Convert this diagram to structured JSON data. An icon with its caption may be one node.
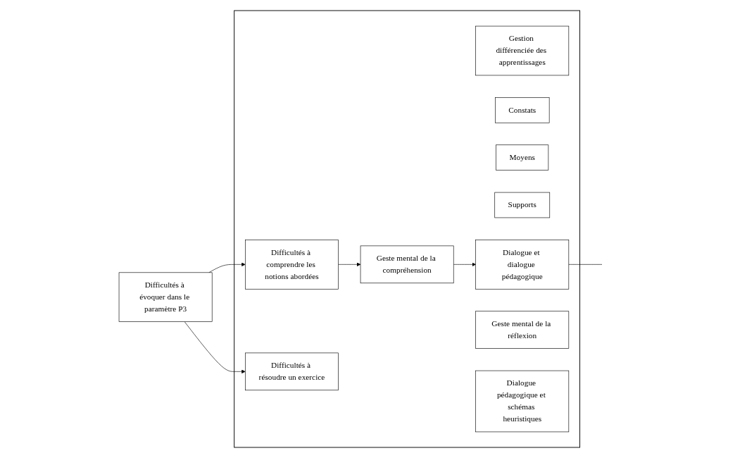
{
  "diagram": {
    "nodes": [
      {
        "text": [
          "Difficultés à évoquer dans le paramètre P3"
        ]
      },
      {
        "text": [],
        "shape": "box"
      },
      {
        "text": [
          "Gestion différenciée des apprentissages"
        ],
        "in": 1
      },
      {
        "text": [
          "Constats"
        ],
        "in": 1
      },
      {
        "text": [
          "Moyens"
        ],
        "in": 1
      },
      {
        "text": [
          "Supports"
        ],
        "in": 1
      },
      {
        "text": [
          "Difficultés à comprendre les notions abordées"
        ],
        "in": 1
      },
      {
        "text": [
          "Geste mental de la compréhension"
        ],
        "in": 1
      },
      {
        "text": [
          "Dialogue et dialogue pédagogique"
        ],
        "in": 1
      },
      {
        "text": [
          "Difficultés à résoudre un exercice"
        ],
        "in": 1
      },
      {
        "text": [
          "Geste mental de la réflexion"
        ],
        "in": 1
      },
      {
        "text": [
          "Dialogue pédagogique et schémas heuristiques"
        ],
        "in": 1
      }
    ],
    "edges": [
      {
        "from": 0,
        "to": 6,
        "arrow": "to"
      },
      {
        "from": 0,
        "to": 9,
        "arrow": "to"
      },
      {
        "from": 6,
        "to": 7,
        "arrow": "to"
      },
      {
        "from": 7,
        "to": 8,
        "arrow": "to"
      },
      {
        "from": 8,
        "to": null,
        "arrow": "none"
      }
    ]
  }
}
